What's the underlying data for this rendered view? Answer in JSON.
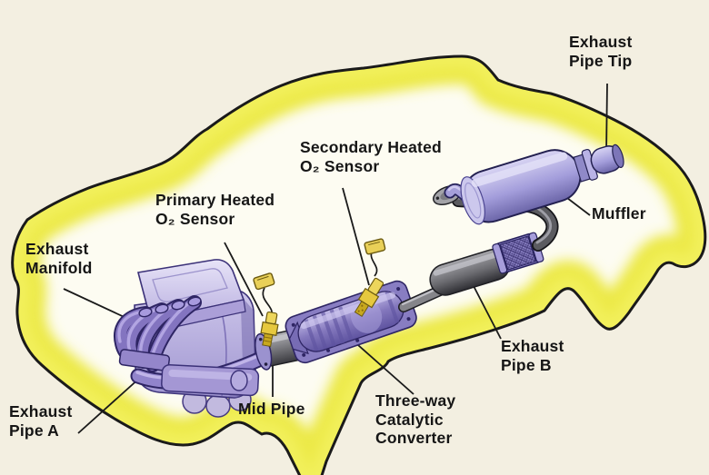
{
  "diagram": {
    "subject": "vehicle-exhaust-system",
    "labels": {
      "exhaust_manifold": [
        "Exhaust",
        "Manifold"
      ],
      "primary_o2": [
        "Primary Heated",
        "O₂ Sensor"
      ],
      "secondary_o2": [
        "Secondary Heated",
        "O₂ Sensor"
      ],
      "exhaust_pipe_tip": [
        "Exhaust",
        "Pipe Tip"
      ],
      "muffler": [
        "Muffler"
      ],
      "exhaust_pipe_a": [
        "Exhaust",
        "Pipe A"
      ],
      "mid_pipe": [
        "Mid Pipe"
      ],
      "three_way_cat": [
        "Three-way",
        "Catalytic",
        "Converter"
      ],
      "exhaust_pipe_b": [
        "Exhaust",
        "Pipe B"
      ]
    },
    "colors": {
      "page_background": "#f3efe1",
      "car_glow_yellow": "#ece947",
      "car_interior": "#fdfcf2",
      "outline_black": "#1a1a1a",
      "component_purple": "#9184cb",
      "pipe_gray": "#6b6b70",
      "sensor_yellow": "#e6c83e"
    }
  }
}
